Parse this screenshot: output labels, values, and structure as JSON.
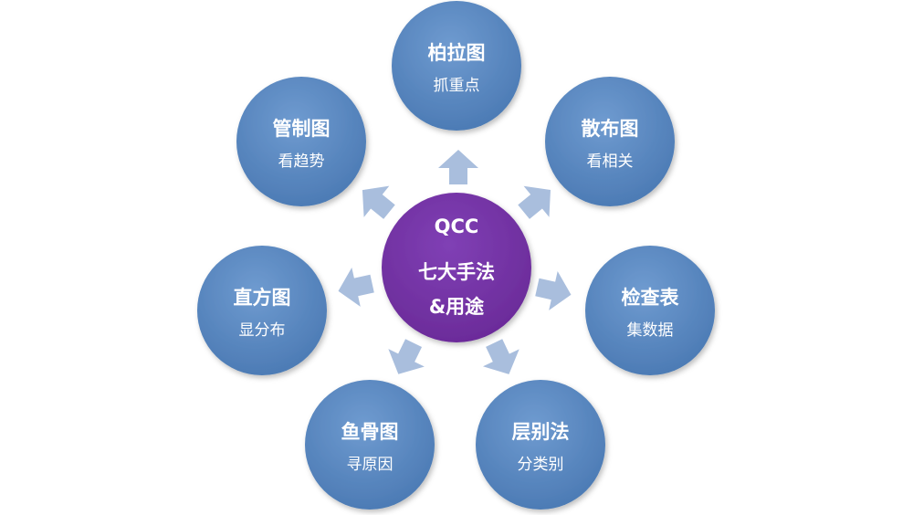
{
  "center": {
    "line1": "QCC",
    "line2": "七大手法",
    "line3": "&用途"
  },
  "nodes": [
    {
      "id": "pareto",
      "title": "柏拉图",
      "subtitle": "抓重点"
    },
    {
      "id": "scatter",
      "title": "散布图",
      "subtitle": "看相关"
    },
    {
      "id": "checksheet",
      "title": "检查表",
      "subtitle": "集数据"
    },
    {
      "id": "stratify",
      "title": "层别法",
      "subtitle": "分类别"
    },
    {
      "id": "fishbone",
      "title": "鱼骨图",
      "subtitle": "寻原因"
    },
    {
      "id": "histogram",
      "title": "直方图",
      "subtitle": "显分布"
    },
    {
      "id": "control",
      "title": "管制图",
      "subtitle": "看趋势"
    }
  ],
  "colors": {
    "node_fill": "#4f81bd",
    "node_fill_light": "#6b97cc",
    "center_fill": "#7030a0",
    "arrow_fill": "#a9bedd",
    "text": "#ffffff"
  }
}
